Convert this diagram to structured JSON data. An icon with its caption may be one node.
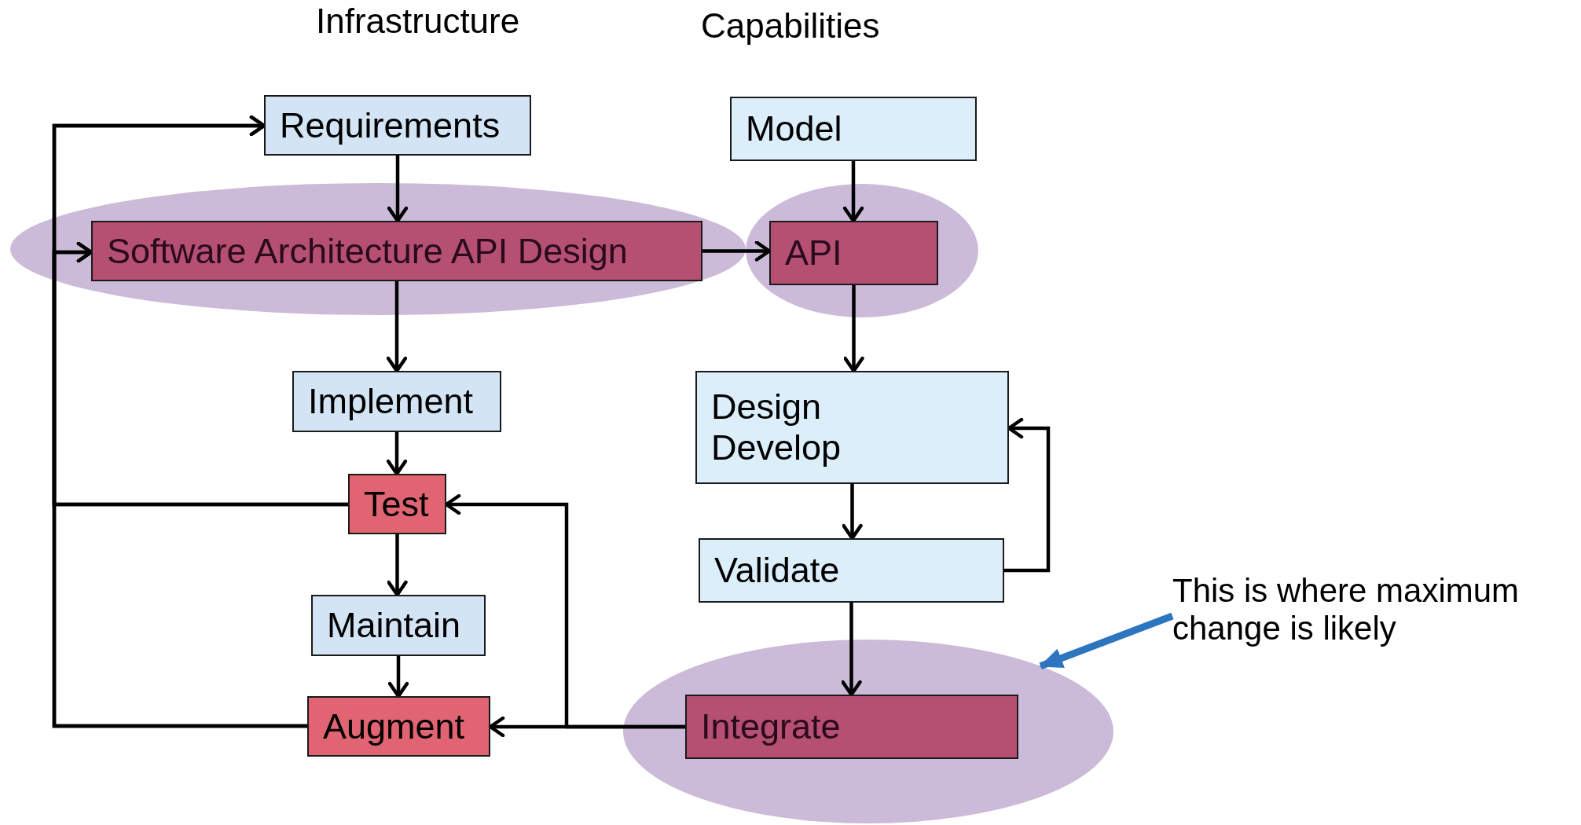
{
  "diagram": {
    "nodes": [
      {
        "text": [
          "Requirements"
        ]
      },
      {
        "text": [],
        "shape": "ellipse"
      },
      {
        "text": [
          "Software Architecture API Design"
        ],
        "in": 1
      },
      {
        "text": [
          "Implement"
        ]
      },
      {
        "text": [
          "Test"
        ]
      },
      {
        "text": [
          "Maintain"
        ]
      },
      {
        "text": [
          "Augment"
        ]
      },
      {
        "text": [
          "Model"
        ]
      },
      {
        "text": [],
        "shape": "ellipse"
      },
      {
        "text": [
          "API"
        ],
        "in": 8
      },
      {
        "text": [
          "Design",
          "Develop"
        ]
      },
      {
        "text": [
          "Validate"
        ]
      },
      {
        "text": [],
        "shape": "ellipse"
      },
      {
        "text": [
          "Integrate"
        ],
        "in": 12
      },
      {
        "text": [
          "This is where maximum change is likely"
        ]
      }
    ],
    "edges": [
      {
        "from": 0,
        "to": 2,
        "arrow": "to"
      },
      {
        "from": 2,
        "to": 3,
        "arrow": "to"
      },
      {
        "from": 2,
        "to": 9,
        "arrow": "to"
      },
      {
        "from": 3,
        "to": 4,
        "arrow": "to"
      },
      {
        "from": 4,
        "to": 5,
        "arrow": "to"
      },
      {
        "from": 5,
        "to": 6,
        "arrow": "to"
      },
      {
        "from": 4,
        "to": 0,
        "arrow": "to"
      },
      {
        "from": 4,
        "to": 2,
        "arrow": "to"
      },
      {
        "from": 6,
        "to": 0,
        "arrow": "to"
      },
      {
        "from": 6,
        "to": 2,
        "arrow": "to"
      },
      {
        "from": 7,
        "to": 9,
        "arrow": "to"
      },
      {
        "from": 9,
        "to": 10,
        "arrow": "to"
      },
      {
        "from": 10,
        "to": 11,
        "arrow": "to"
      },
      {
        "from": 11,
        "to": 10,
        "arrow": "to"
      },
      {
        "from": 11,
        "to": 13,
        "arrow": "to"
      },
      {
        "from": 13,
        "to": 6,
        "arrow": "to"
      },
      {
        "from": 13,
        "to": 4,
        "arrow": "to"
      },
      {
        "from": 14,
        "to": 12,
        "arrow": "to",
        "style": "thick",
        "color": "#2e75c0"
      }
    ],
    "labels": [
      "Infrastructure",
      "Capabilities"
    ]
  }
}
